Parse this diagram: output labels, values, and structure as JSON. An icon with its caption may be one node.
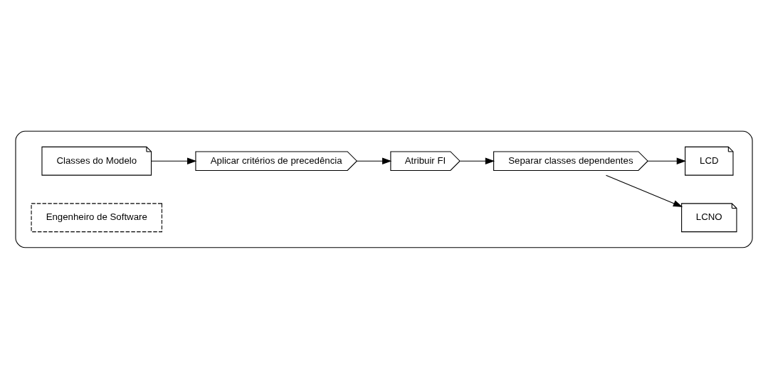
{
  "diagram": {
    "nodes": [
      {
        "text": [],
        "shape": "box"
      },
      {
        "text": [
          "Classes do Modelo"
        ],
        "in": 0
      },
      {
        "text": [
          "Aplicar critérios de precedência"
        ],
        "in": 0
      },
      {
        "text": [
          "Atribuir FI"
        ],
        "in": 0
      },
      {
        "text": [
          "Separar classes dependentes"
        ],
        "in": 0
      },
      {
        "text": [
          "LCNO"
        ],
        "in": 0
      },
      {
        "text": [
          "LCD"
        ],
        "in": 0
      },
      {
        "text": [
          "Engenheiro de Software"
        ],
        "in": 0
      }
    ],
    "edges": [
      {
        "from": 1,
        "to": 2,
        "arrow": "to"
      },
      {
        "from": 2,
        "to": 3,
        "arrow": "to"
      },
      {
        "from": 3,
        "to": 4,
        "arrow": "to"
      },
      {
        "from": 4,
        "to": 5,
        "arrow": "to"
      },
      {
        "from": 4,
        "to": 6,
        "arrow": "to"
      }
    ]
  }
}
